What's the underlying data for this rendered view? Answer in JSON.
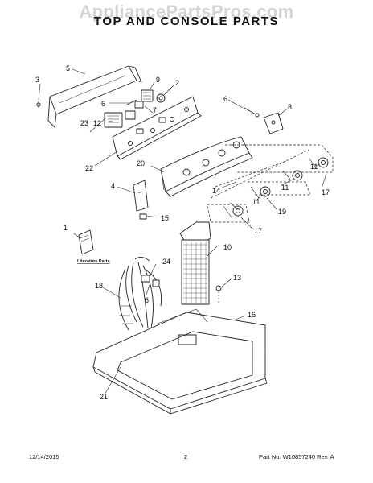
{
  "watermark": "AppliancePartsPros.com",
  "title": "TOP AND CONSOLE PARTS",
  "literature_label": "Literature Parts",
  "callouts": {
    "c1": "1",
    "c2": "2",
    "c3": "3",
    "c4": "4",
    "c5": "5",
    "c6a": "6",
    "c6b": "6",
    "c6c": "6",
    "c7": "7",
    "c8": "8",
    "c9": "9",
    "c10": "10",
    "c11a": "11",
    "c11b": "11",
    "c11c": "11",
    "c12": "12",
    "c13": "13",
    "c14": "14",
    "c15": "15",
    "c16": "16",
    "c17a": "17",
    "c17b": "17",
    "c18": "18",
    "c19": "19",
    "c20": "20",
    "c21": "21",
    "c22": "22",
    "c23": "23",
    "c24": "24"
  },
  "footer": {
    "date": "12/14/2015",
    "page": "2",
    "part_no": "Part No.  W10857240  Rev.  A"
  }
}
